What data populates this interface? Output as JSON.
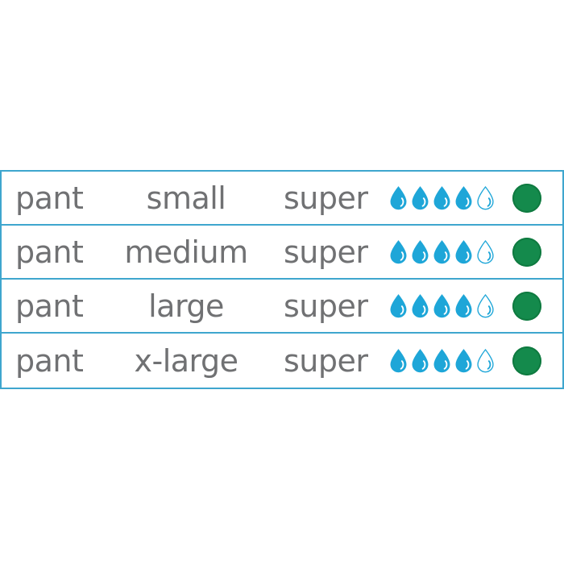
{
  "rows": [
    {
      "type": "pant",
      "size": "small",
      "absorbency": "super",
      "drops_filled": 4,
      "drops_total": 5,
      "status": "green-dot-icon"
    },
    {
      "type": "pant",
      "size": "medium",
      "absorbency": "super",
      "drops_filled": 4,
      "drops_total": 5,
      "status": "green-dot-icon"
    },
    {
      "type": "pant",
      "size": "large",
      "absorbency": "super",
      "drops_filled": 4,
      "drops_total": 5,
      "status": "green-dot-icon"
    },
    {
      "type": "pant",
      "size": "x-large",
      "absorbency": "super",
      "drops_filled": 4,
      "drops_total": 5,
      "status": "green-dot-icon"
    }
  ],
  "colors": {
    "border": "#3ea6ce",
    "text": "#707173",
    "drop": "#1ea6d8",
    "dot": "#148a4c"
  }
}
